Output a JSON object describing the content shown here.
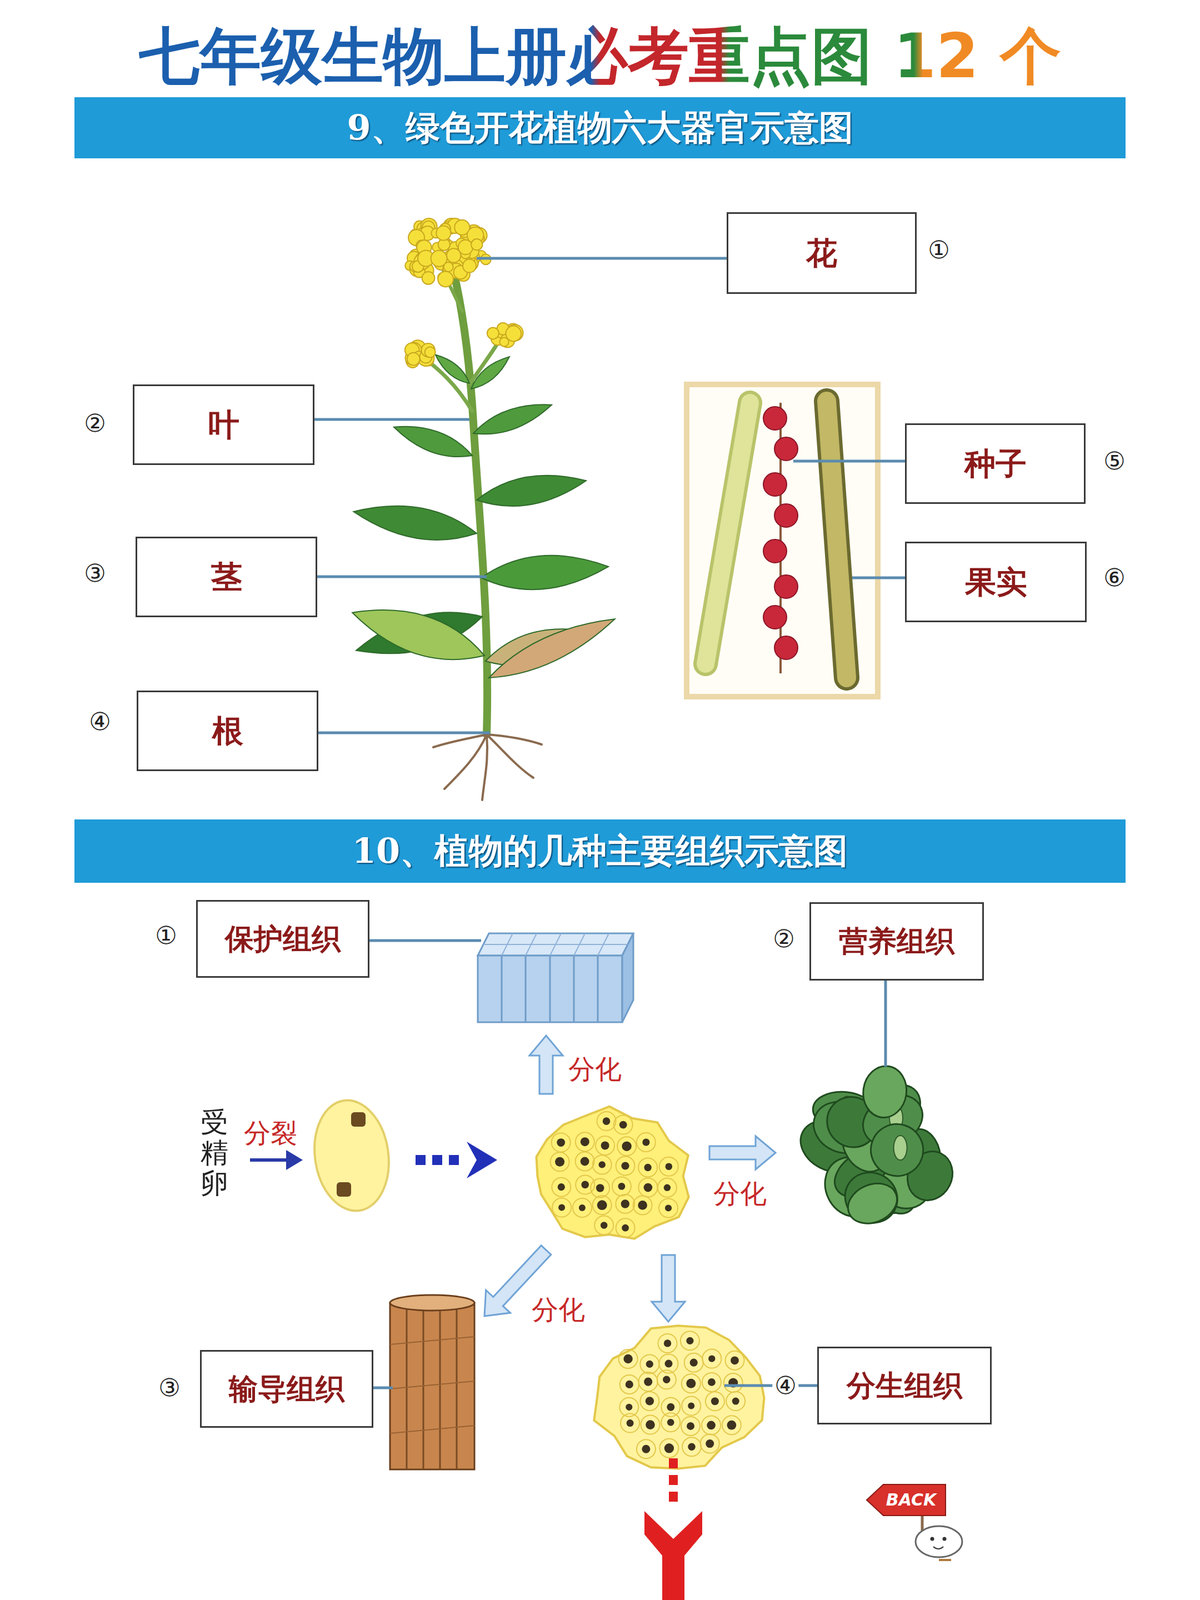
{
  "diagram": {
    "title": "七年级生物上册必考重点图 12 个",
    "nodes": [
      {
        "text": [
          "9、绿色开花植物六大器官示意图"
        ]
      },
      {
        "text": [
          "花"
        ]
      },
      {
        "text": [
          "叶"
        ]
      },
      {
        "text": [
          "种子"
        ]
      },
      {
        "text": [
          "茎"
        ]
      },
      {
        "text": [
          "果实"
        ]
      },
      {
        "text": [
          "根"
        ]
      },
      {
        "text": [
          "10、植物的几种主要组织示意图"
        ]
      },
      {
        "text": [
          "保护组织"
        ]
      },
      {
        "text": [
          "营养组织"
        ]
      },
      {
        "text": [
          "输导组织"
        ]
      },
      {
        "text": [
          "分生组织"
        ]
      }
    ],
    "labels": [
      "①",
      "②",
      "⑤",
      "③",
      "⑥",
      "④",
      "①",
      "②",
      "受精卵",
      "分裂",
      "分化",
      "分化",
      "分化",
      "③",
      "④",
      "BACK"
    ]
  }
}
